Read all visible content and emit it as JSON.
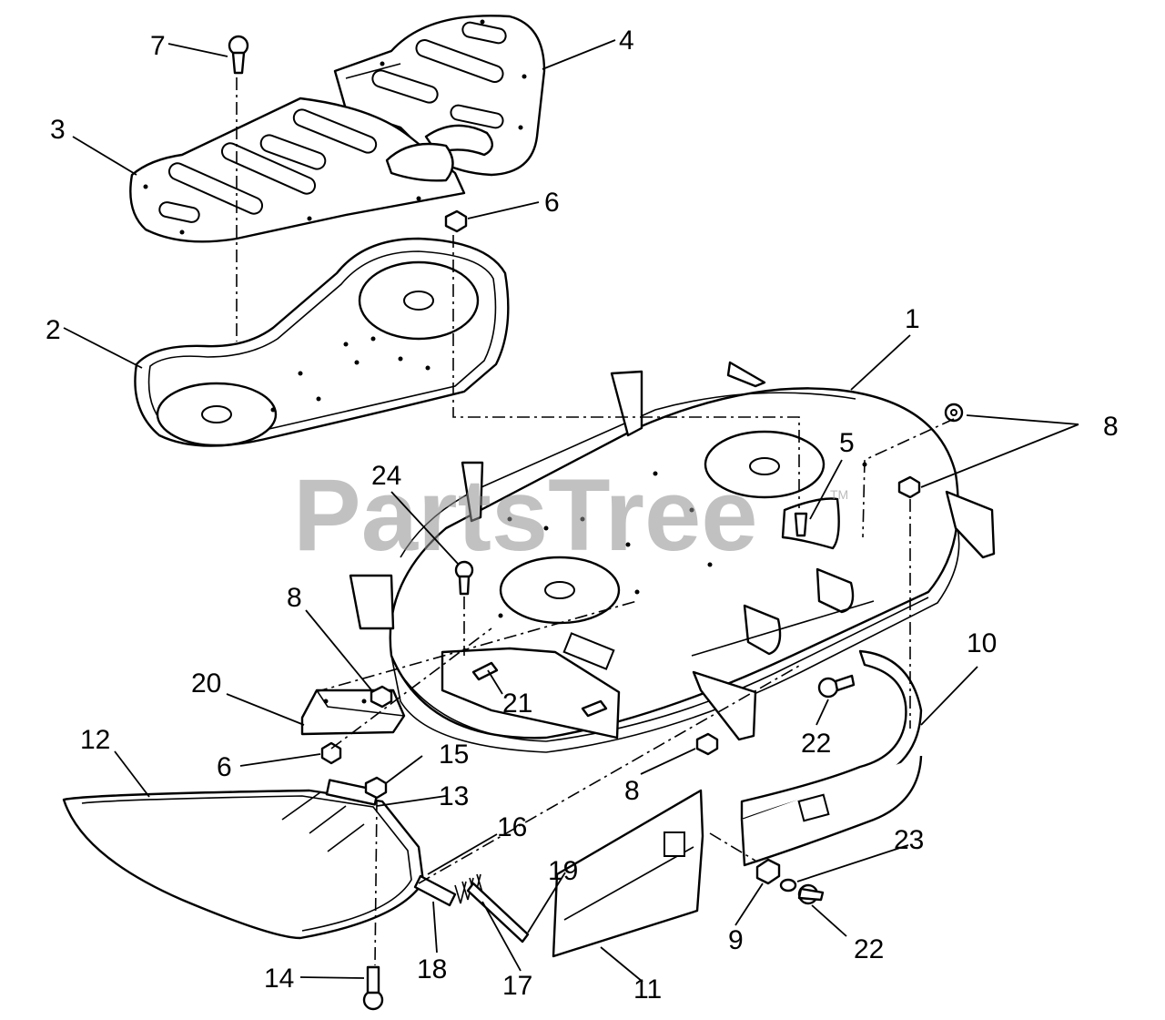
{
  "watermark": {
    "text": "PartsTree",
    "mark": "TM",
    "color": "#8f8f8f"
  },
  "callouts": {
    "c1": "1",
    "c2": "2",
    "c3": "3",
    "c4": "4",
    "c5": "5",
    "c6a": "6",
    "c6b": "6",
    "c7": "7",
    "c8a": "8",
    "c8b": "8",
    "c8c": "8",
    "c9": "9",
    "c10": "10",
    "c11": "11",
    "c12": "12",
    "c13": "13",
    "c14": "14",
    "c15": "15",
    "c16": "16",
    "c17": "17",
    "c18": "18",
    "c19": "19",
    "c20": "20",
    "c21": "21",
    "c22a": "22",
    "c22b": "22",
    "c23": "23",
    "c24": "24"
  },
  "line_color": "#000000",
  "background": "#ffffff"
}
